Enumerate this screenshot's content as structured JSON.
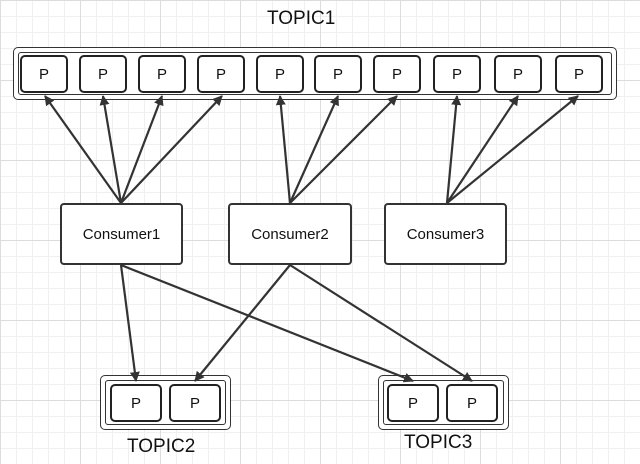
{
  "topics": {
    "topic1": {
      "label": "TOPIC1",
      "partition_label": "P"
    },
    "topic2": {
      "label": "TOPIC2",
      "partition_label": "P"
    },
    "topic3": {
      "label": "TOPIC3",
      "partition_label": "P"
    }
  },
  "consumers": [
    {
      "label": "Consumer1"
    },
    {
      "label": "Consumer2"
    },
    {
      "label": "Consumer3"
    }
  ],
  "colors": {
    "stroke": "#333333",
    "arrow": "#333333"
  }
}
